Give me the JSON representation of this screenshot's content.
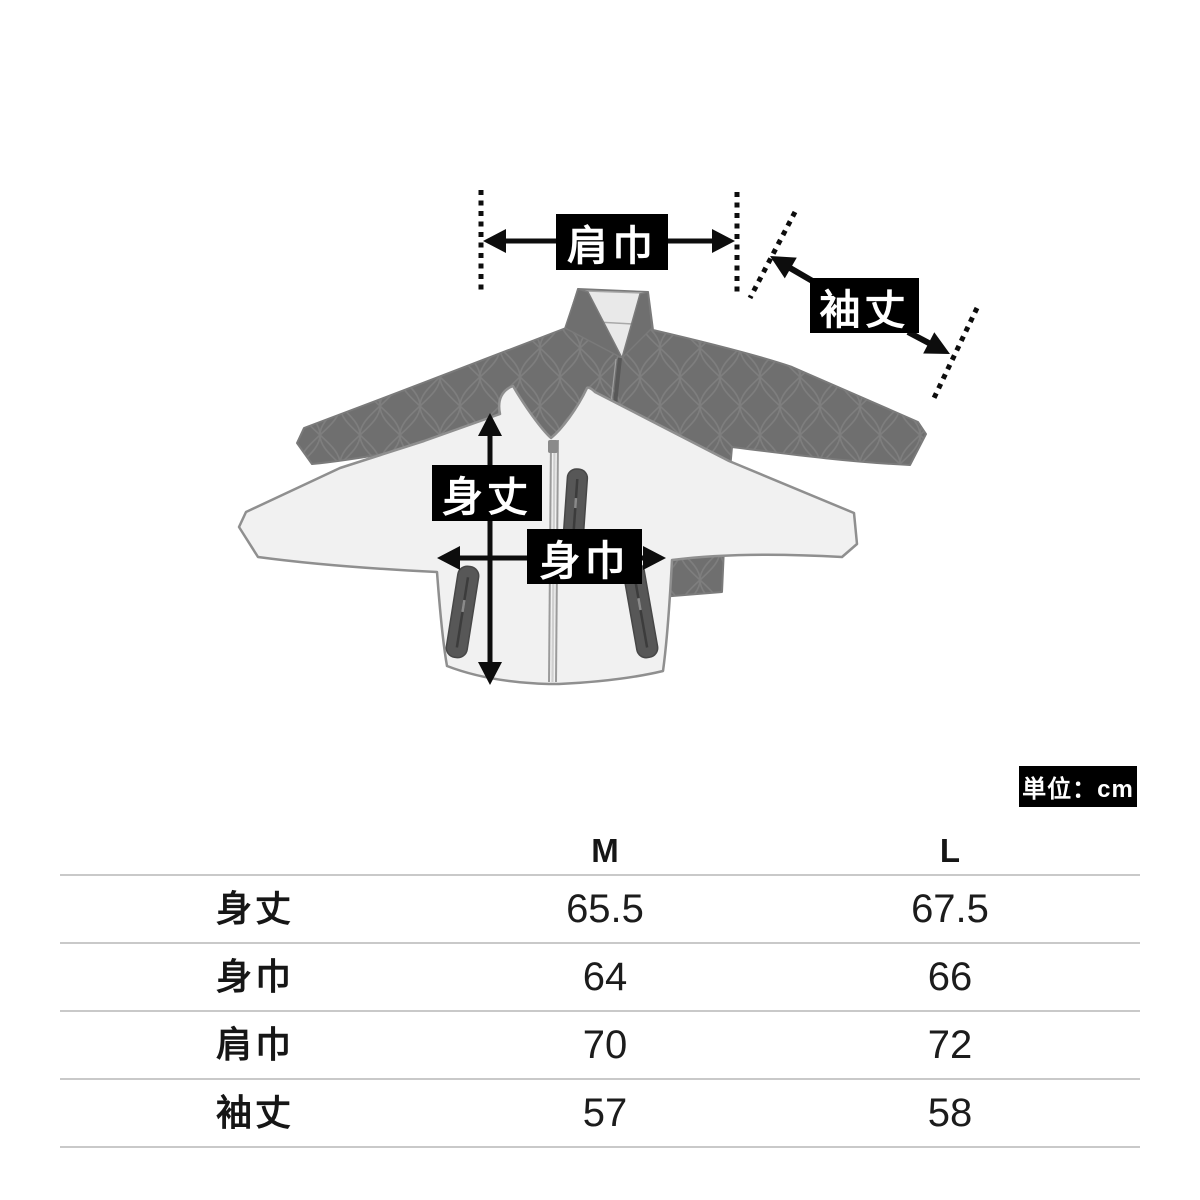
{
  "diagram": {
    "labels": {
      "shoulder_width": "肩巾",
      "sleeve_length": "袖丈",
      "body_length": "身丈",
      "body_width": "身巾"
    },
    "unit_label": "単位：cm",
    "colors": {
      "label_bg": "#000000",
      "label_text": "#ffffff",
      "back_jacket": "#6f6f6f",
      "back_jacket_pattern": "#7e7e7e",
      "front_jacket": "#f1f1f1",
      "front_jacket_outline": "#8f8f8f",
      "pocket": "#575757",
      "collar_lining": "#e9e9e9",
      "arrow": "#0d0d0d",
      "table_line": "#c9c9c9",
      "table_text": "#161616"
    }
  },
  "size_table": {
    "columns": [
      "M",
      "L"
    ],
    "rows": [
      {
        "label": "身丈",
        "values": [
          "65.5",
          "67.5"
        ]
      },
      {
        "label": "身巾",
        "values": [
          "64",
          "66"
        ]
      },
      {
        "label": "肩巾",
        "values": [
          "70",
          "72"
        ]
      },
      {
        "label": "袖丈",
        "values": [
          "57",
          "58"
        ]
      }
    ]
  }
}
